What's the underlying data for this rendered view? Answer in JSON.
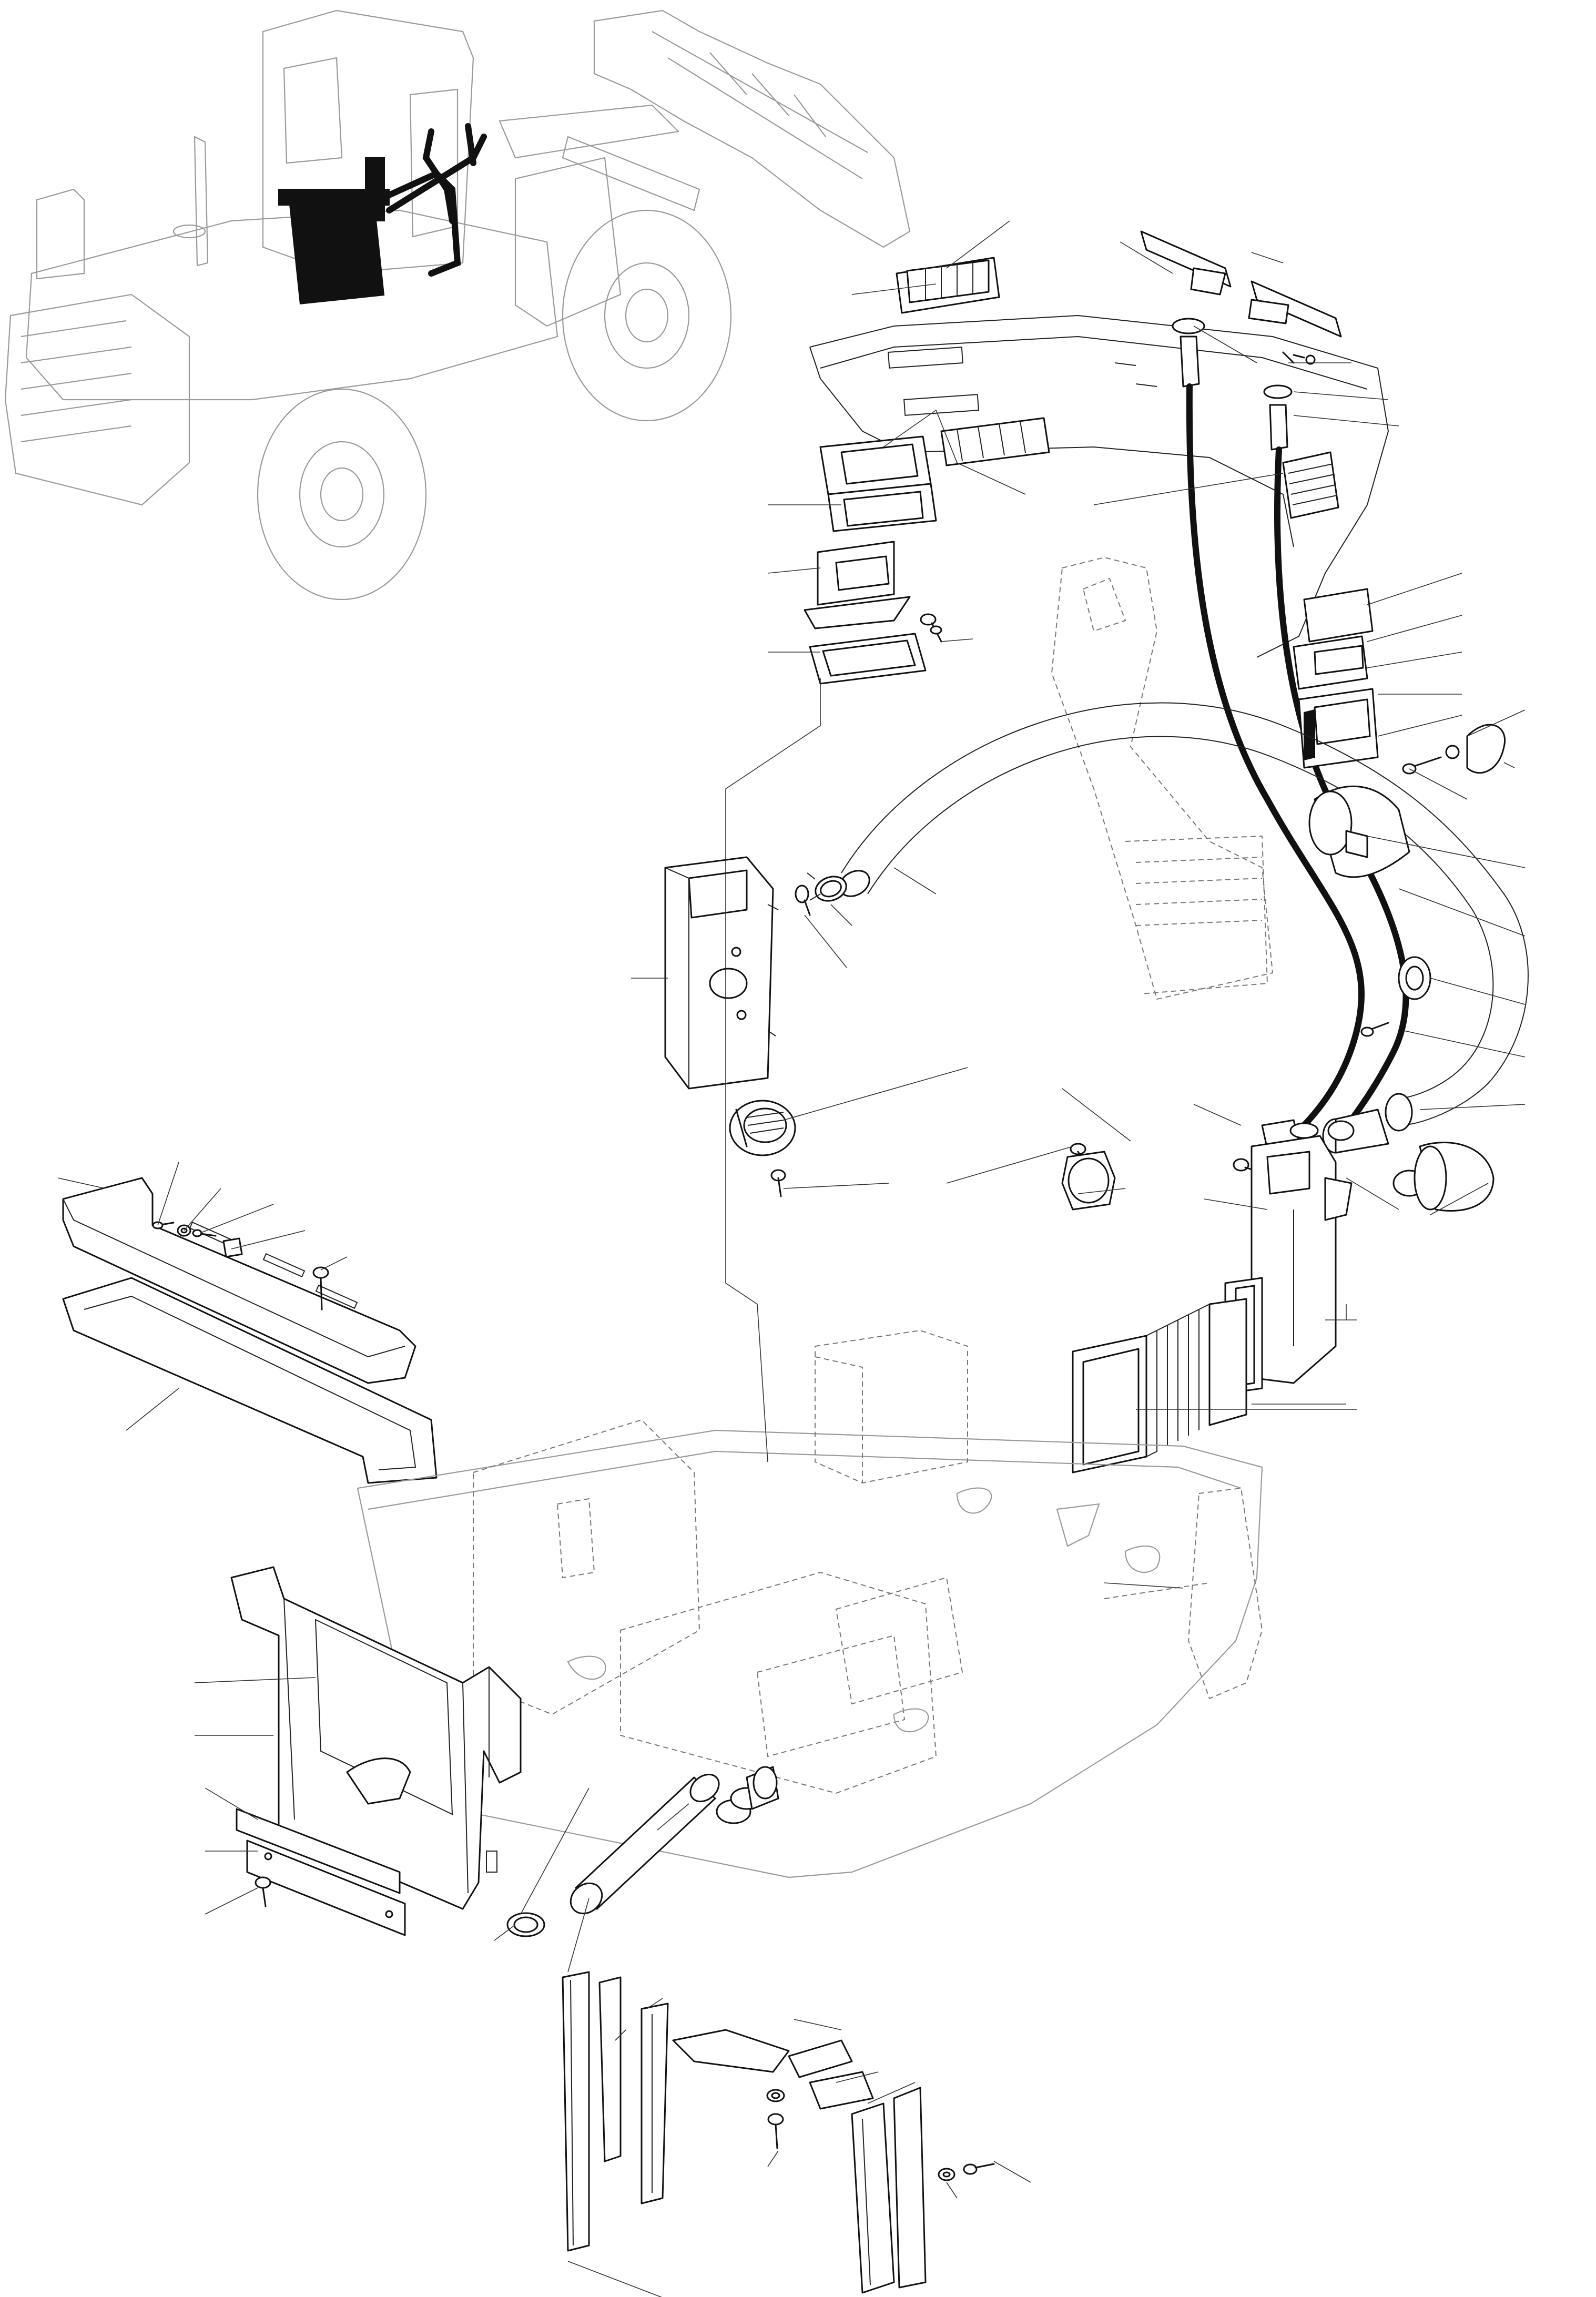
{
  "colors": {
    "line": "#111111",
    "leader": "#333333",
    "hidden": "#777777",
    "background": "#ffffff"
  },
  "parts": [
    {
      "name": "wheel-loader-overview",
      "icon": "wheel-loader-icon"
    },
    {
      "name": "air-vent-upper-left"
    },
    {
      "name": "air-vent-center"
    },
    {
      "name": "air-vent-right"
    },
    {
      "name": "defroster-nozzle-left"
    },
    {
      "name": "defroster-nozzle-right"
    },
    {
      "name": "hose-clamp"
    },
    {
      "name": "flexible-air-duct"
    },
    {
      "name": "distribution-box"
    },
    {
      "name": "round-air-outlet"
    },
    {
      "name": "bracket-bar"
    },
    {
      "name": "frame-plate"
    },
    {
      "name": "cab-floor"
    },
    {
      "name": "duct-straight"
    },
    {
      "name": "bellows-duct"
    },
    {
      "name": "cover-strip"
    },
    {
      "name": "screw"
    },
    {
      "name": "washer"
    }
  ]
}
